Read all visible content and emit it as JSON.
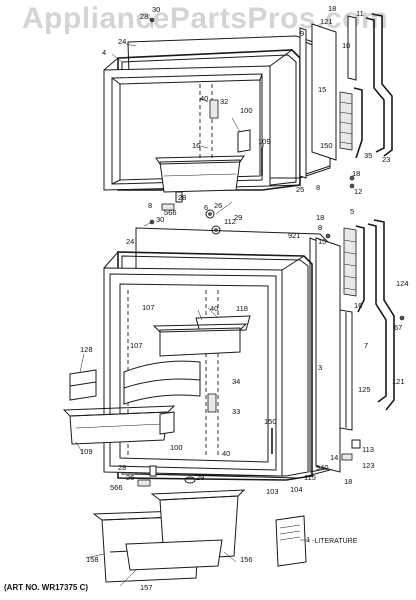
{
  "watermark": "AppliancePartsPros.com",
  "art_number": "(ART NO. WR17375 C)",
  "literature_label": "-LITERATURE",
  "part_labels": [
    "28",
    "30",
    "4",
    "24",
    "121",
    "9",
    "18",
    "11",
    "10",
    "32",
    "40",
    "100",
    "16",
    "15",
    "150",
    "109",
    "6",
    "35",
    "23",
    "25",
    "8",
    "18",
    "12",
    "29",
    "26",
    "8",
    "566",
    "28",
    "30",
    "112",
    "921",
    "24",
    "18",
    "8",
    "5",
    "15",
    "107",
    "40",
    "118",
    "16",
    "124",
    "67",
    "128",
    "7",
    "107",
    "3",
    "34",
    "125",
    "33",
    "121",
    "109",
    "150",
    "100",
    "14",
    "113",
    "40",
    "123",
    "28",
    "940",
    "18",
    "26",
    "29",
    "566",
    "103",
    "104",
    "115",
    "158",
    "156",
    "157",
    "1"
  ],
  "icons": [
    "refrigerator-freezer-door-assembly",
    "refrigerator-fresh-food-door-assembly"
  ]
}
